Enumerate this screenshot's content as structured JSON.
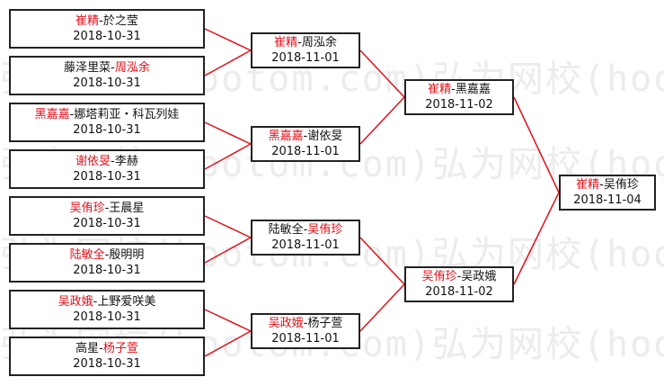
{
  "watermark_text": "弘为网校(hootom.com)弘为网校(hootom.com)弘",
  "colors": {
    "winner": "#e0101a",
    "line": "#e0101a",
    "box_border": "#222222"
  },
  "rounds": [
    {
      "round": 1,
      "matches": [
        {
          "p1": "崔精",
          "sep": "-",
          "p2": "於之莹",
          "winner": "崔精",
          "date": "2018-10-31"
        },
        {
          "p1": "藤泽里菜",
          "sep": "-",
          "p2": "周泓余",
          "winner": "周泓余",
          "date": "2018-10-31"
        },
        {
          "p1": "黑嘉嘉",
          "sep": "-",
          "p2": "娜塔莉亚・科瓦列娃",
          "winner": "黑嘉嘉",
          "date": "2018-10-31"
        },
        {
          "p1": "谢依旻",
          "sep": "-",
          "p2": "李赫",
          "winner": "谢依旻",
          "date": "2018-10-31"
        },
        {
          "p1": "吴侑珍",
          "sep": "-",
          "p2": "王晨星",
          "winner": "吴侑珍",
          "date": "2018-10-31"
        },
        {
          "p1": "陆敏全",
          "sep": "-",
          "p2": "殷明明",
          "winner": "陆敏全",
          "date": "2018-10-31"
        },
        {
          "p1": "吴政娥",
          "sep": "-",
          "p2": "上野爱咲美",
          "winner": "吴政娥",
          "date": "2018-10-31"
        },
        {
          "p1": "高星",
          "sep": "-",
          "p2": "杨子萱",
          "winner": "杨子萱",
          "date": "2018-10-31"
        }
      ]
    },
    {
      "round": 2,
      "matches": [
        {
          "p1": "崔精",
          "sep": "-",
          "p2": "周泓余",
          "winner": "崔精",
          "date": "2018-11-01"
        },
        {
          "p1": "黑嘉嘉",
          "sep": "-",
          "p2": "谢依旻",
          "winner": "黑嘉嘉",
          "date": "2018-11-01"
        },
        {
          "p1": "陆敏全",
          "sep": "-",
          "p2": "吴侑珍",
          "winner": "吴侑珍",
          "date": "2018-11-01"
        },
        {
          "p1": "吴政娥",
          "sep": "-",
          "p2": "杨子萱",
          "winner": "吴政娥",
          "date": "2018-11-01"
        }
      ]
    },
    {
      "round": 3,
      "matches": [
        {
          "p1": "崔精",
          "sep": "-",
          "p2": "黑嘉嘉",
          "winner": "崔精",
          "date": "2018-11-02"
        },
        {
          "p1": "吴侑珍",
          "sep": "-",
          "p2": "吴政娥",
          "winner": "吴侑珍",
          "date": "2018-11-02"
        }
      ]
    },
    {
      "round": 4,
      "matches": [
        {
          "p1": "崔精",
          "sep": "-",
          "p2": "吴侑珍",
          "winner": "崔精",
          "date": "2018-11-04"
        }
      ]
    }
  ]
}
